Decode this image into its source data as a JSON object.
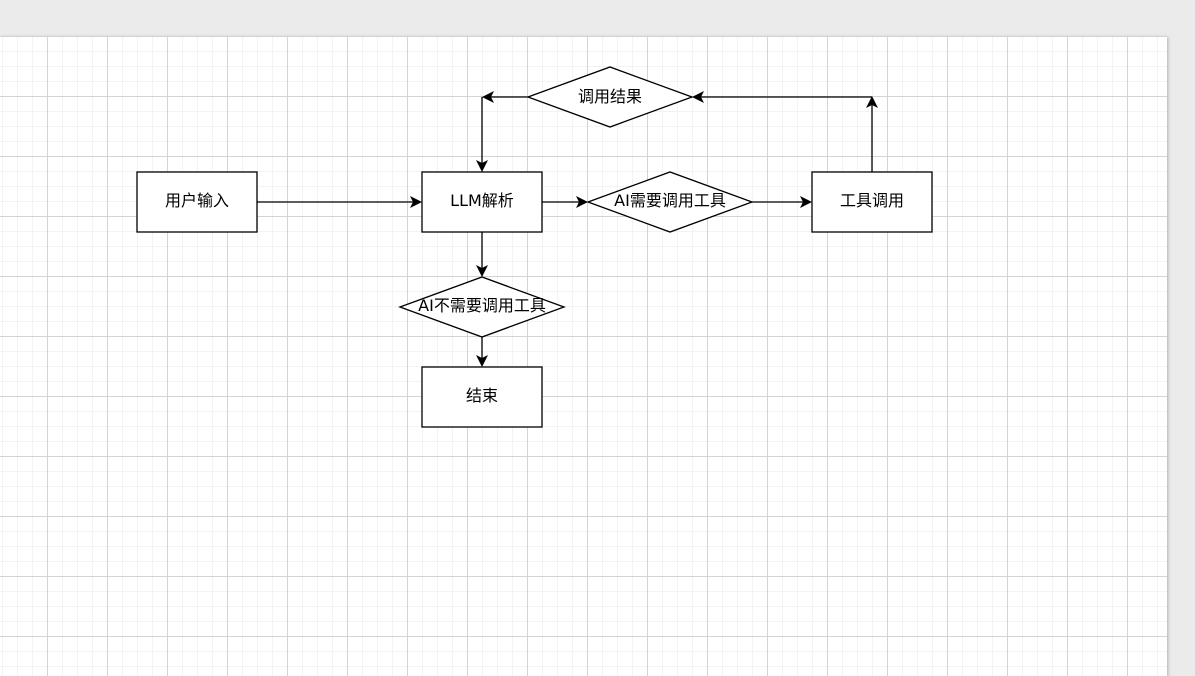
{
  "diagram": {
    "type": "flowchart",
    "nodes": [
      {
        "id": "user_input",
        "shape": "rect",
        "label": "用户输入"
      },
      {
        "id": "llm_parse",
        "shape": "rect",
        "label": "LLM解析"
      },
      {
        "id": "need_tool",
        "shape": "diamond",
        "label": "AI需要调用工具"
      },
      {
        "id": "tool_call",
        "shape": "rect",
        "label": "工具调用"
      },
      {
        "id": "call_result",
        "shape": "diamond",
        "label": "调用结果"
      },
      {
        "id": "no_tool",
        "shape": "diamond",
        "label": "AI不需要调用工具"
      },
      {
        "id": "end",
        "shape": "rect",
        "label": "结束"
      }
    ],
    "edges": [
      {
        "from": "user_input",
        "to": "llm_parse"
      },
      {
        "from": "llm_parse",
        "to": "need_tool"
      },
      {
        "from": "need_tool",
        "to": "tool_call"
      },
      {
        "from": "tool_call",
        "to": "call_result"
      },
      {
        "from": "call_result",
        "to": "llm_parse"
      },
      {
        "from": "llm_parse",
        "to": "no_tool"
      },
      {
        "from": "no_tool",
        "to": "end"
      }
    ]
  }
}
